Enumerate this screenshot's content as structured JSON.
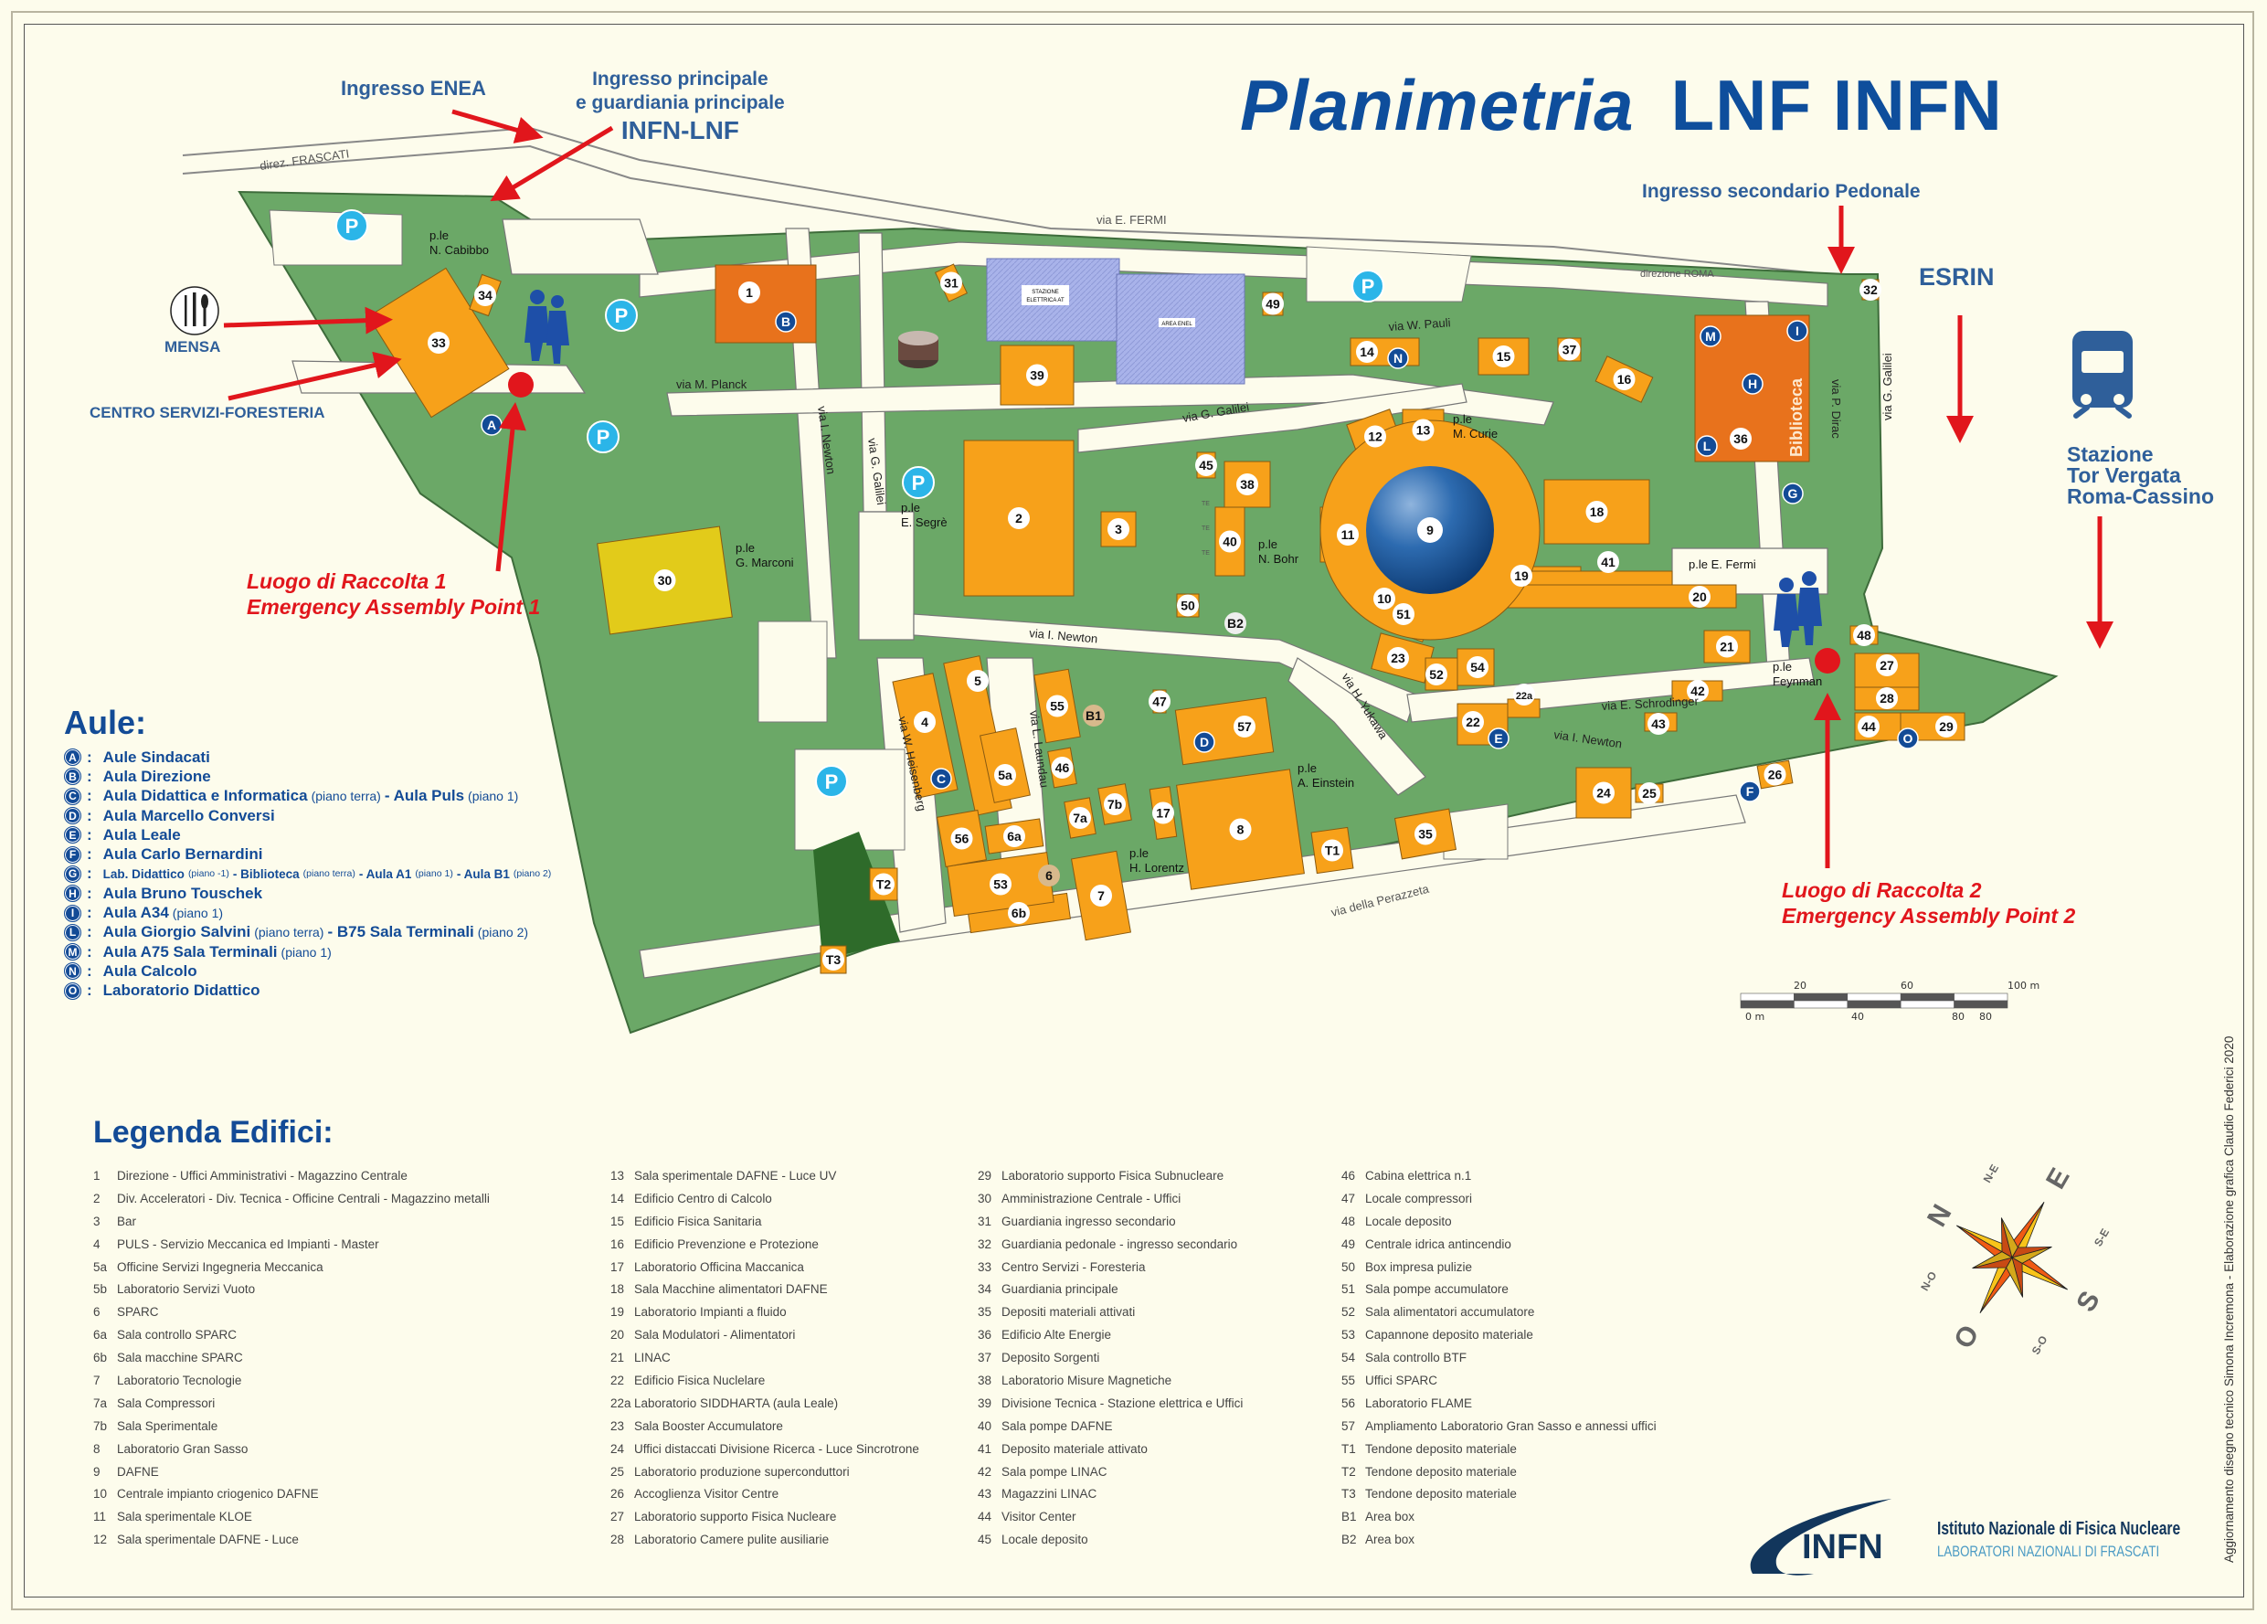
{
  "title": {
    "italic": "Planimetria",
    "bold": "LNF INFN"
  },
  "colors": {
    "brand_blue": "#134b96",
    "building": "#f7a11a",
    "building_dark": "#e8721c",
    "green": "#6aa566",
    "road": "#fdfcec",
    "assembly_red": "#e1161c",
    "parking": "#2bb5e8",
    "dafne_blue": "#1b5597",
    "area_enel": "#a7b3e8",
    "building_30": "#e2cb1a"
  },
  "entrances": {
    "enea": "Ingresso ENEA",
    "main_line1": "Ingresso principale",
    "main_line2": "e guardiania principale",
    "main_line3": "INFN-LNF",
    "secondary": "Ingresso secondario Pedonale",
    "esrin": "ESRIN"
  },
  "callouts": {
    "mensa": "MENSA",
    "centro_servizi": "CENTRO SERVIZI-FORESTERIA",
    "assembly1_line1": "Luogo di Raccolta 1",
    "assembly1_line2": "Emergency Assembly Point 1",
    "assembly2_line1": "Luogo di Raccolta 2",
    "assembly2_line2": "Emergency Assembly Point 2"
  },
  "station": {
    "line1": "Stazione",
    "line2": "Tor Vergata",
    "line3": "Roma-Cassino",
    "icon": "train-icon"
  },
  "streets": {
    "frascati": "direz. FRASCATI",
    "roma": "direzione ROMA",
    "fermi": "via E. FERMI",
    "planck": "via M. Planck",
    "newton_v": "via I. Newton",
    "galilei_v": "via G. Galilei",
    "galilei": "via G. Galilei",
    "pauli": "via W. Pauli",
    "dirac": "via P. Dirac",
    "galilei_e": "via G. Galilei",
    "newton": "via I. Newton",
    "newton_e": "via I. Newton",
    "heisenberg": "via W. Heisenberg",
    "laundau": "via L. Laundau",
    "yukawa": "via H. Yukawa",
    "schrodinger": "via E. Schrodinger",
    "perazzeta": "via della Perazzeta"
  },
  "squares": {
    "cabibbo_1": "p.le",
    "cabibbo_2": "N. Cabibbo",
    "segre_1": "p.le",
    "segre_2": "E. Segrè",
    "marconi_1": "p.le",
    "marconi_2": "G. Marconi",
    "bohr_1": "p.le",
    "bohr_2": "N. Bohr",
    "curie_1": "p.le",
    "curie_2": "M. Curie",
    "fermi": "p.le E. Fermi",
    "feynman_1": "p.le",
    "feynman_2": "Feynman",
    "einstein_1": "p.le",
    "einstein_2": "A. Einstein",
    "lorentz_1": "p.le",
    "lorentz_2": "H. Lorentz"
  },
  "areas": {
    "stazione_1": "STAZIONE",
    "stazione_2": "ELETTRICA AT",
    "enel": "AREA ENEL",
    "biblioteca": "Biblioteca",
    "te": "TE"
  },
  "parking_label": "P",
  "building_labels": {
    "b1": "1",
    "b2": "2",
    "b3": "3",
    "b4": "4",
    "b5": "5",
    "b5a": "5a",
    "b6": "6",
    "b6a": "6a",
    "b6b": "6b",
    "b7": "7",
    "b7a": "7a",
    "b7b": "7b",
    "b8": "8",
    "b9": "9",
    "b10": "10",
    "b11": "11",
    "b12": "12",
    "b13": "13",
    "b14": "14",
    "b15": "15",
    "b16": "16",
    "b17": "17",
    "b18": "18",
    "b19": "19",
    "b20": "20",
    "b21": "21",
    "b22": "22",
    "b22a": "22a",
    "b23": "23",
    "b24": "24",
    "b25": "25",
    "b26": "26",
    "b27": "27",
    "b28": "28",
    "b29": "29",
    "b30": "30",
    "b31": "31",
    "b32": "32",
    "b33": "33",
    "b34": "34",
    "b35": "35",
    "b36": "36",
    "b37": "37",
    "b38": "38",
    "b39": "39",
    "b40": "40",
    "b41": "41",
    "b42": "42",
    "b43": "43",
    "b44": "44",
    "b45": "45",
    "b46": "46",
    "b47": "47",
    "b48": "48",
    "b49": "49",
    "b50": "50",
    "b51": "51",
    "b52": "52",
    "b53": "53",
    "b54": "54",
    "b55": "55",
    "b56": "56",
    "b57": "57",
    "t1": "T1",
    "t2": "T2",
    "t3": "T3",
    "bx1": "B1",
    "bx2": "B2"
  },
  "aule": {
    "heading": "Aule:",
    "items": [
      {
        "letter": "A",
        "name": "Aule Sindacati"
      },
      {
        "letter": "B",
        "name": "Aula Direzione"
      },
      {
        "letter": "C",
        "name": "Aula Didattica e Informatica",
        "note": "(piano terra)",
        "name2": "- Aula Puls",
        "note2": "(piano 1)"
      },
      {
        "letter": "D",
        "name": "Aula Marcello Conversi"
      },
      {
        "letter": "E",
        "name": "Aula Leale"
      },
      {
        "letter": "F",
        "name": "Aula Carlo Bernardini"
      },
      {
        "letter": "G",
        "name": "Lab. Didattico",
        "note": "(piano -1)",
        "name2": "- Biblioteca",
        "note2": "(piano terra)",
        "name3": "- Aula A1",
        "note3": "(piano 1)",
        "name4": "- Aula B1",
        "note4": "(piano 2)"
      },
      {
        "letter": "H",
        "name": "Aula Bruno Touschek"
      },
      {
        "letter": "I",
        "name": "Aula A34",
        "note": "(piano 1)"
      },
      {
        "letter": "L",
        "name": "Aula Giorgio Salvini",
        "note": "(piano terra)",
        "name2": "- B75 Sala Terminali",
        "note2": "(piano 2)"
      },
      {
        "letter": "M",
        "name": "Aula A75 Sala Terminali",
        "note": "(piano 1)"
      },
      {
        "letter": "N",
        "name": "Aula Calcolo"
      },
      {
        "letter": "O",
        "name": "Laboratorio Didattico"
      }
    ]
  },
  "legend": {
    "heading": "Legenda Edifici:",
    "columns": [
      [
        {
          "n": "1",
          "t": "Direzione - Uffici Amministrativi - Magazzino Centrale"
        },
        {
          "n": "2",
          "t": "Div. Acceleratori - Div. Tecnica - Officine Centrali - Magazzino metalli"
        },
        {
          "n": "3",
          "t": "Bar"
        },
        {
          "n": "4",
          "t": "PULS - Servizio Meccanica ed Impianti - Master"
        },
        {
          "n": "5a",
          "t": "Officine Servizi Ingegneria Meccanica"
        },
        {
          "n": "5b",
          "t": "Laboratorio Servizi Vuoto"
        },
        {
          "n": "6",
          "t": "SPARC"
        },
        {
          "n": "6a",
          "t": "Sala controllo SPARC"
        },
        {
          "n": "6b",
          "t": "Sala macchine SPARC"
        },
        {
          "n": "7",
          "t": "Laboratorio Tecnologie"
        },
        {
          "n": "7a",
          "t": "Sala Compressori"
        },
        {
          "n": "7b",
          "t": "Sala Sperimentale"
        },
        {
          "n": "8",
          "t": "Laboratorio Gran Sasso"
        },
        {
          "n": "9",
          "t": "DAFNE"
        },
        {
          "n": "10",
          "t": "Centrale impianto criogenico DAFNE"
        },
        {
          "n": "11",
          "t": "Sala sperimentale KLOE"
        },
        {
          "n": "12",
          "t": "Sala sperimentale DAFNE - Luce"
        }
      ],
      [
        {
          "n": "13",
          "t": "Sala sperimentale DAFNE - Luce UV"
        },
        {
          "n": "14",
          "t": "Edificio Centro di Calcolo"
        },
        {
          "n": "15",
          "t": "Edificio Fisica Sanitaria"
        },
        {
          "n": "16",
          "t": "Edificio Prevenzione e Protezione"
        },
        {
          "n": "17",
          "t": "Laboratorio Officina Maccanica"
        },
        {
          "n": "18",
          "t": "Sala Macchine alimentatori DAFNE"
        },
        {
          "n": "19",
          "t": "Laboratorio Impianti a fluido"
        },
        {
          "n": "20",
          "t": "Sala Modulatori - Alimentatori"
        },
        {
          "n": "21",
          "t": "LINAC"
        },
        {
          "n": "22",
          "t": "Edificio Fisica Nuclelare"
        },
        {
          "n": "22a",
          "t": "Laboratorio SIDDHARTA (aula Leale)"
        },
        {
          "n": "23",
          "t": "Sala Booster Accumulatore"
        },
        {
          "n": "24",
          "t": "Uffici distaccati Divisione Ricerca - Luce Sincrotrone"
        },
        {
          "n": "25",
          "t": "Laboratorio produzione superconduttori"
        },
        {
          "n": "26",
          "t": "Accoglienza Visitor Centre"
        },
        {
          "n": "27",
          "t": "Laboratorio supporto Fisica Nucleare"
        },
        {
          "n": "28",
          "t": "Laboratorio Camere pulite ausiliarie"
        }
      ],
      [
        {
          "n": "29",
          "t": "Laboratorio supporto Fisica Subnucleare"
        },
        {
          "n": "30",
          "t": "Amministrazione Centrale - Uffici"
        },
        {
          "n": "31",
          "t": "Guardiania ingresso secondario"
        },
        {
          "n": "32",
          "t": "Guardiania pedonale - ingresso secondario"
        },
        {
          "n": "33",
          "t": "Centro Servizi - Foresteria"
        },
        {
          "n": "34",
          "t": "Guardiania principale"
        },
        {
          "n": "35",
          "t": "Depositi materiali attivati"
        },
        {
          "n": "36",
          "t": "Edificio Alte Energie"
        },
        {
          "n": "37",
          "t": "Deposito Sorgenti"
        },
        {
          "n": "38",
          "t": "Laboratorio Misure Magnetiche"
        },
        {
          "n": "39",
          "t": "Divisione Tecnica - Stazione elettrica e Uffici"
        },
        {
          "n": "40",
          "t": "Sala pompe DAFNE"
        },
        {
          "n": "41",
          "t": "Deposito materiale attivato"
        },
        {
          "n": "42",
          "t": "Sala pompe LINAC"
        },
        {
          "n": "43",
          "t": "Magazzini LINAC"
        },
        {
          "n": "44",
          "t": "Visitor Center"
        },
        {
          "n": "45",
          "t": "Locale deposito"
        }
      ],
      [
        {
          "n": "46",
          "t": "Cabina elettrica n.1"
        },
        {
          "n": "47",
          "t": "Locale compressori"
        },
        {
          "n": "48",
          "t": "Locale deposito"
        },
        {
          "n": "49",
          "t": "Centrale idrica antincendio"
        },
        {
          "n": "50",
          "t": "Box impresa pulizie"
        },
        {
          "n": "51",
          "t": "Sala pompe accumulatore"
        },
        {
          "n": "52",
          "t": "Sala alimentatori accumulatore"
        },
        {
          "n": "53",
          "t": "Capannone deposito materiale"
        },
        {
          "n": "54",
          "t": "Sala controllo BTF"
        },
        {
          "n": "55",
          "t": "Uffici SPARC"
        },
        {
          "n": "56",
          "t": "Laboratorio FLAME"
        },
        {
          "n": "57",
          "t": "Ampliamento Laboratorio Gran Sasso e annessi uffici"
        },
        {
          "n": "T1",
          "t": "Tendone deposito materiale"
        },
        {
          "n": "T2",
          "t": "Tendone deposito materiale"
        },
        {
          "n": "T3",
          "t": "Tendone deposito materiale"
        },
        {
          "n": "B1",
          "t": "Area box"
        },
        {
          "n": "B2",
          "t": "Area box"
        }
      ]
    ]
  },
  "scale_bar": {
    "labels_top": [
      "20",
      "60",
      "100 m"
    ],
    "labels_bottom": [
      "0 m",
      "40",
      "80",
      "80"
    ],
    "unit": "m",
    "max": 100
  },
  "compass": {
    "n": "N",
    "s": "S",
    "e": "E",
    "o": "O",
    "ne": "N-E",
    "no": "N-O",
    "se": "S-E",
    "so": "S-O"
  },
  "logo": {
    "mark": "INFN",
    "line1": "Istituto Nazionale di Fisica Nucleare",
    "line2": "LABORATORI NAZIONALI DI FRASCATI"
  },
  "credit": "Aggiornamento disegno tecnico Simona Incremona -  Elaborazione grafica Claudio Federici 2020"
}
